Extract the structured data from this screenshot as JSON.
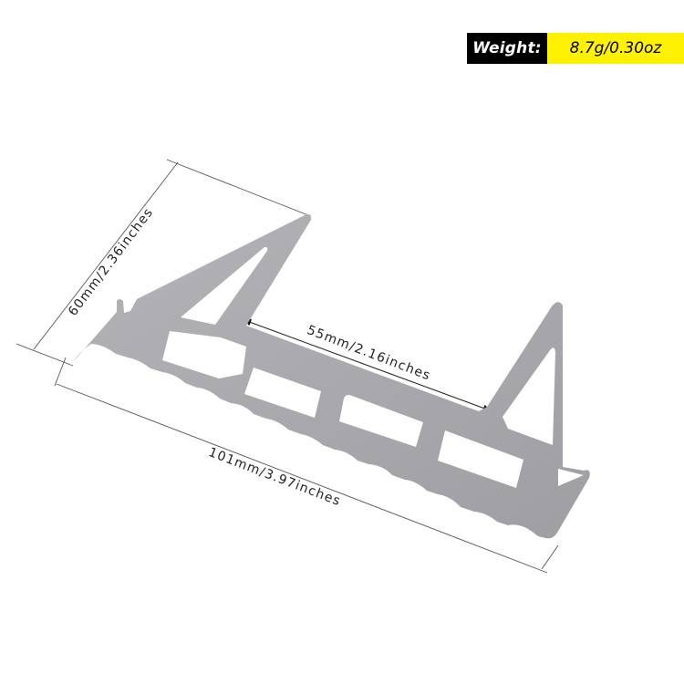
{
  "weight": {
    "label": "Weight:",
    "value": "8.7g/0.30oz",
    "label_bg": "#000000",
    "value_bg": "#fff200"
  },
  "dimensions": {
    "height": "60mm/2.36inches",
    "inner_width": "55mm/2.16inches",
    "length": "101mm/3.97inches"
  },
  "product": {
    "color": "#a9a9ad",
    "description": "Titanium pot stand / stove rack with two triangular uprights, four rectangular cutouts and scalloped bottom edge"
  }
}
